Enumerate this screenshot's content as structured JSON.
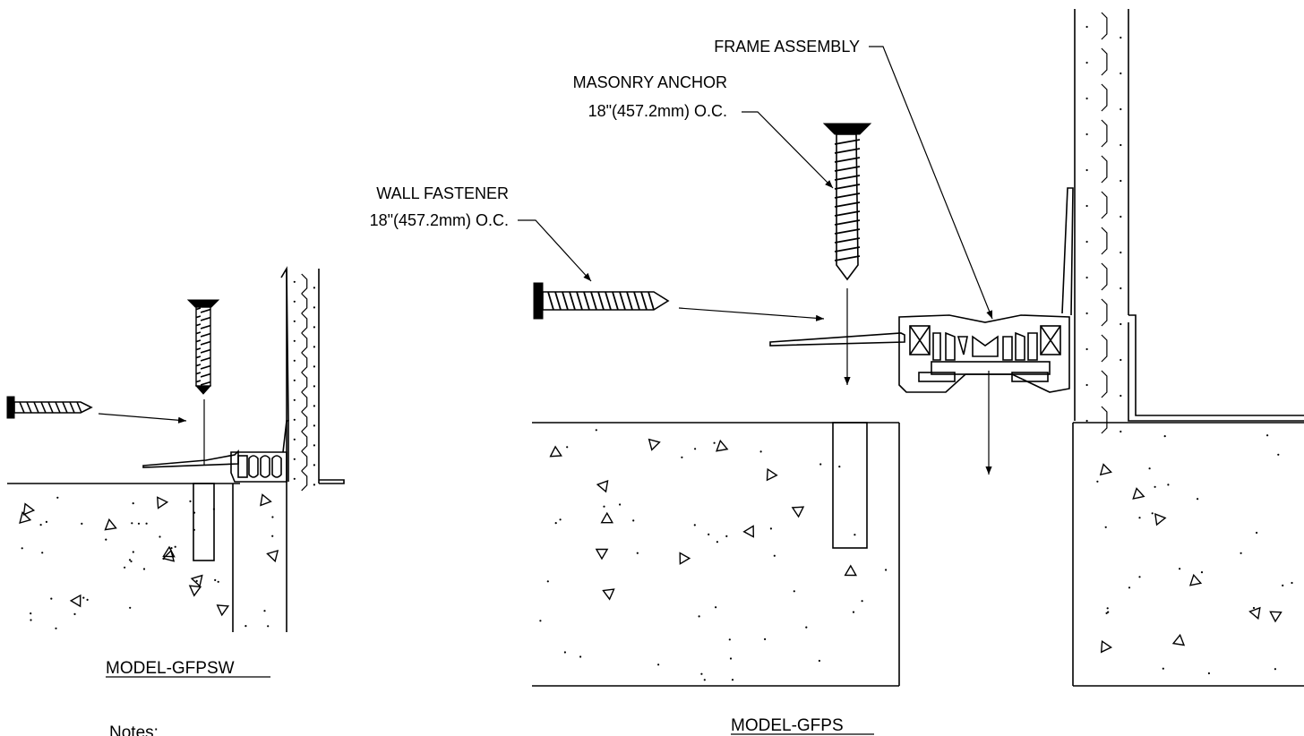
{
  "labels": {
    "frame_assembly": "FRAME ASSEMBLY",
    "masonry_anchor_line1": "MASONRY ANCHOR",
    "masonry_anchor_line2": "18\"(457.2mm) O.C.",
    "wall_fastener_line1": "WALL FASTENER",
    "wall_fastener_line2": "18\"(457.2mm) O.C."
  },
  "titles": {
    "left_model": "MODEL-GFPSW",
    "right_model": "MODEL-GFPS"
  },
  "notes_label": "Notes:",
  "colors": {
    "line": "#000000",
    "background": "#ffffff"
  }
}
